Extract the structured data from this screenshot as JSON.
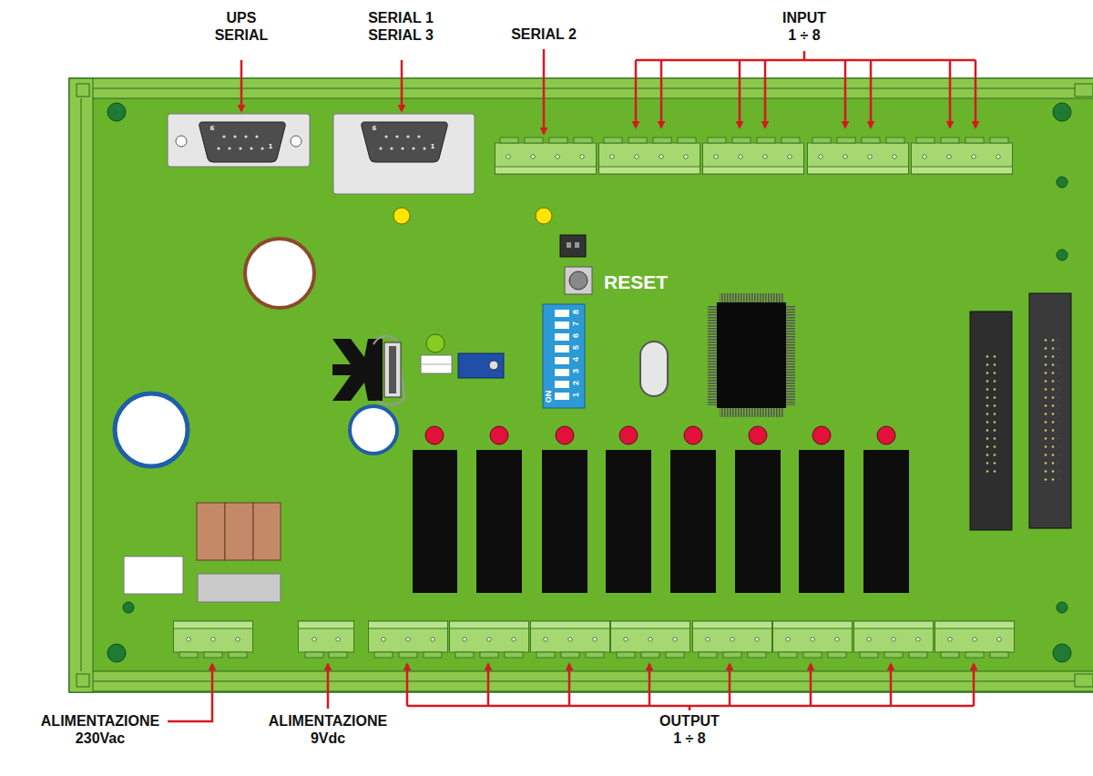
{
  "diagram": {
    "labels": [
      "UPS SERIAL",
      "SERIAL 1 SERIAL 3",
      "SERIAL 2",
      "INPUT 1 ÷ 8",
      "RESET",
      "ON",
      "1",
      "2",
      "3",
      "4",
      "5",
      "6",
      "7",
      "8",
      "6",
      "1",
      "6",
      "1",
      "ALIMENTAZIONE 230Vac",
      "ALIMENTAZIONE 9Vdc",
      "OUTPUT 1 ÷ 8"
    ]
  }
}
